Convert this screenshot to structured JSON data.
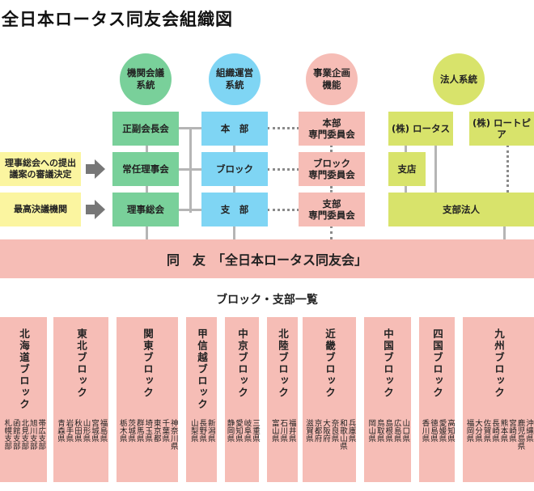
{
  "title": "全日本ロータス同友会組織図",
  "categories": [
    {
      "label": "機関会議\n系統"
    },
    {
      "label": "組織運営\n系統"
    },
    {
      "label": "事業企画\n機能"
    },
    {
      "label": "法人系統"
    }
  ],
  "side_labels": [
    {
      "label": "理事総会への提出\n議案の審議決定"
    },
    {
      "label": "最高決議機関"
    }
  ],
  "boxes": {
    "green": [
      "正副会長会",
      "常任理事会",
      "理事総会"
    ],
    "blue": [
      "本　部",
      "ブロック",
      "支　部"
    ],
    "pink": [
      "本部\n専門委員会",
      "ブロック\n専門委員会",
      "支部\n専門委員会"
    ],
    "corp": [
      "(株) ロータス",
      "(株) ロートピア",
      "支店",
      "支部法人"
    ]
  },
  "banner": "同　友　「全日本ロータス同友会」",
  "subtitle": "ブロック・支部一覧",
  "blocks": [
    {
      "name": "北海道ブロック",
      "prefs": [
        "帯広支部",
        "旭川支部",
        "北見支部",
        "函館支部",
        "札幌支部"
      ]
    },
    {
      "name": "東北ブロック",
      "prefs": [
        "福島県",
        "宮城県",
        "山形県",
        "秋田県",
        "岩手県",
        "青森県"
      ]
    },
    {
      "name": "関東ブロック",
      "prefs": [
        "神奈川県",
        "千葉県",
        "東京都",
        "埼玉県",
        "群馬県",
        "茨城県",
        "栃木県"
      ]
    },
    {
      "name": "甲信越ブロック",
      "prefs": [
        "新潟県",
        "長野県",
        "山梨県"
      ]
    },
    {
      "name": "中京ブロック",
      "prefs": [
        "三重県",
        "岐阜県",
        "愛知県",
        "静岡県"
      ]
    },
    {
      "name": "北陸ブロック",
      "prefs": [
        "福井県",
        "石川県",
        "富山県"
      ]
    },
    {
      "name": "近畿ブロック",
      "prefs": [
        "兵庫県",
        "和歌山県",
        "奈良県",
        "大阪府",
        "京都府",
        "滋賀県"
      ]
    },
    {
      "name": "中国ブロック",
      "prefs": [
        "山口県",
        "広島県",
        "島根県",
        "鳥取県",
        "岡山県"
      ]
    },
    {
      "name": "四国ブロック",
      "prefs": [
        "高知県",
        "愛媛県",
        "徳島県",
        "香川県"
      ]
    },
    {
      "name": "九州ブロック",
      "prefs": [
        "沖縄県",
        "鹿児島県",
        "宮崎県",
        "熊本県",
        "長崎県",
        "佐賀県",
        "大分県",
        "福岡県"
      ]
    }
  ],
  "colors": {
    "green": "#79d09a",
    "blue": "#7fd5f4",
    "pink": "#f6bdb6",
    "olive": "#d8e36b",
    "yellow": "#fbf5a0"
  }
}
